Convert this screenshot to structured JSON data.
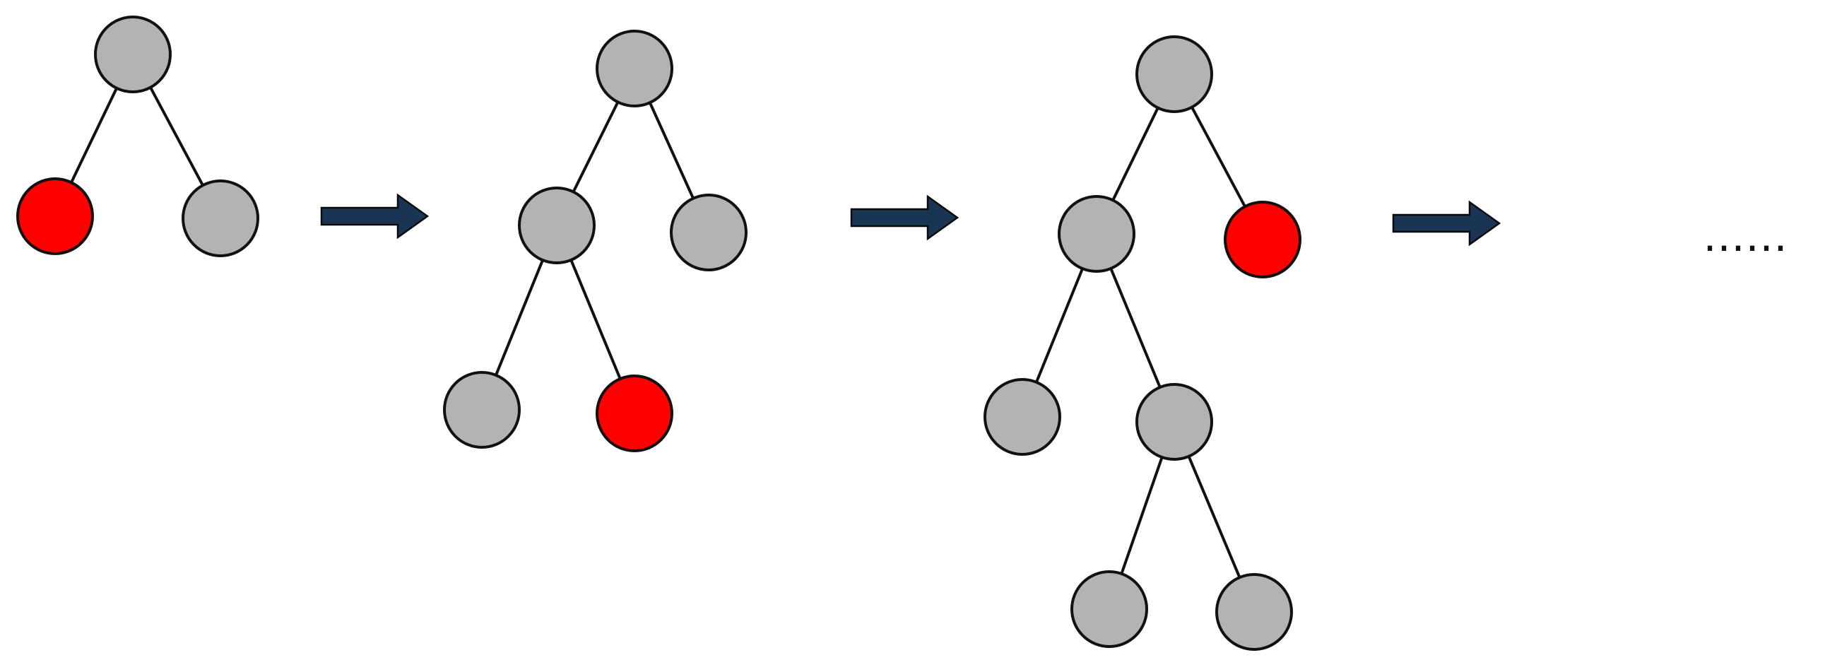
{
  "colors": {
    "default_node": "#b3b3b3",
    "highlight_node": "#ff0000",
    "edge": "#111111",
    "arrow": "#1a3553",
    "background": "#ffffff"
  },
  "stages": [
    {
      "nodes": [
        {
          "id": "root",
          "highlighted": false
        },
        {
          "id": "left",
          "highlighted": true
        },
        {
          "id": "right",
          "highlighted": false
        }
      ],
      "edges": [
        [
          "root",
          "left"
        ],
        [
          "root",
          "right"
        ]
      ]
    },
    {
      "nodes": [
        {
          "id": "root",
          "highlighted": false
        },
        {
          "id": "left",
          "highlighted": false
        },
        {
          "id": "right",
          "highlighted": false
        },
        {
          "id": "left-left",
          "highlighted": false
        },
        {
          "id": "left-right",
          "highlighted": true
        }
      ],
      "edges": [
        [
          "root",
          "left"
        ],
        [
          "root",
          "right"
        ],
        [
          "left",
          "left-left"
        ],
        [
          "left",
          "left-right"
        ]
      ]
    },
    {
      "nodes": [
        {
          "id": "root",
          "highlighted": false
        },
        {
          "id": "left",
          "highlighted": false
        },
        {
          "id": "right",
          "highlighted": true
        },
        {
          "id": "left-left",
          "highlighted": false
        },
        {
          "id": "left-right",
          "highlighted": false
        },
        {
          "id": "left-right-left",
          "highlighted": false
        },
        {
          "id": "left-right-right",
          "highlighted": false
        }
      ],
      "edges": [
        [
          "root",
          "left"
        ],
        [
          "root",
          "right"
        ],
        [
          "left",
          "left-left"
        ],
        [
          "left",
          "left-right"
        ],
        [
          "left-right",
          "left-right-left"
        ],
        [
          "left-right",
          "left-right-right"
        ]
      ]
    }
  ],
  "arrow_count": 3,
  "continuation": "……"
}
